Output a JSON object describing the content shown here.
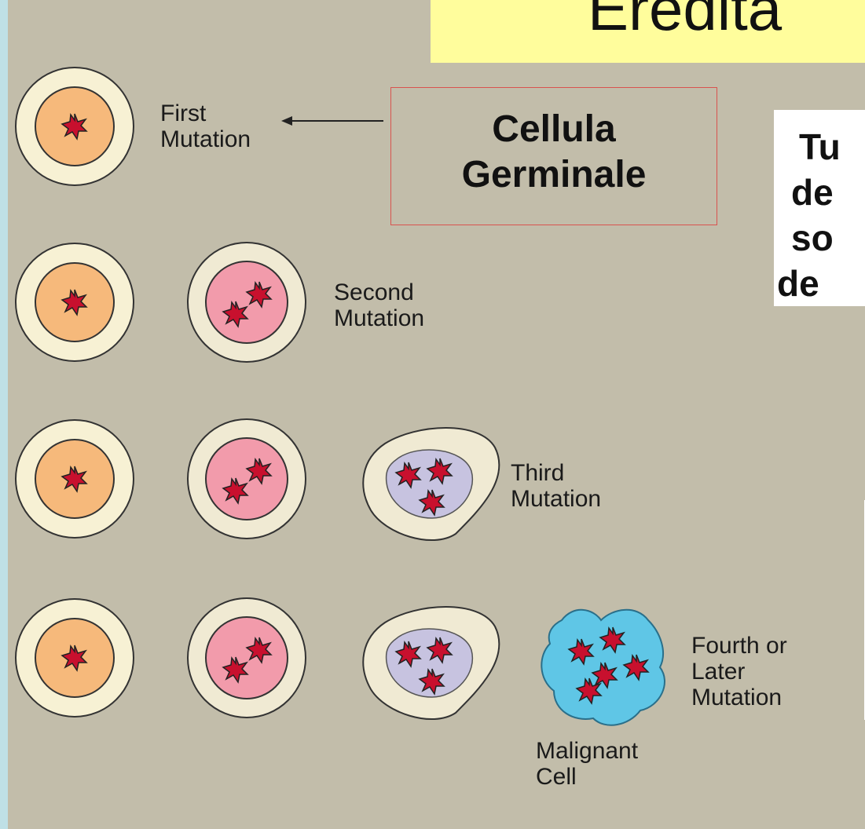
{
  "title": "Eredita",
  "germ_box": {
    "line1": "Cellula",
    "line2": "Germinale"
  },
  "side_text": [
    "Tu",
    "de",
    "so",
    "de"
  ],
  "labels": {
    "first": [
      "First",
      "Mutation"
    ],
    "second": [
      "Second",
      "Mutation"
    ],
    "third": [
      "Third",
      "Mutation"
    ],
    "fourth": [
      "Fourth or",
      "Later",
      "Mutation"
    ],
    "malignant": [
      "Malignant",
      "Cell"
    ]
  },
  "colors": {
    "panel_bg": "#c2bdaa",
    "frame_bg": "#bfe0e6",
    "title_bg": "#fffd9c",
    "cell_outer": "#f7f1d4",
    "cell_nucleus_orange": "#f6b97b",
    "cell_nucleus_pink": "#f29bab",
    "cell_nucleus_lavender": "#c7c3e0",
    "malignant_blue": "#5fc6e6",
    "mutation_red": "#c8102e",
    "germ_border": "#d9534f"
  }
}
